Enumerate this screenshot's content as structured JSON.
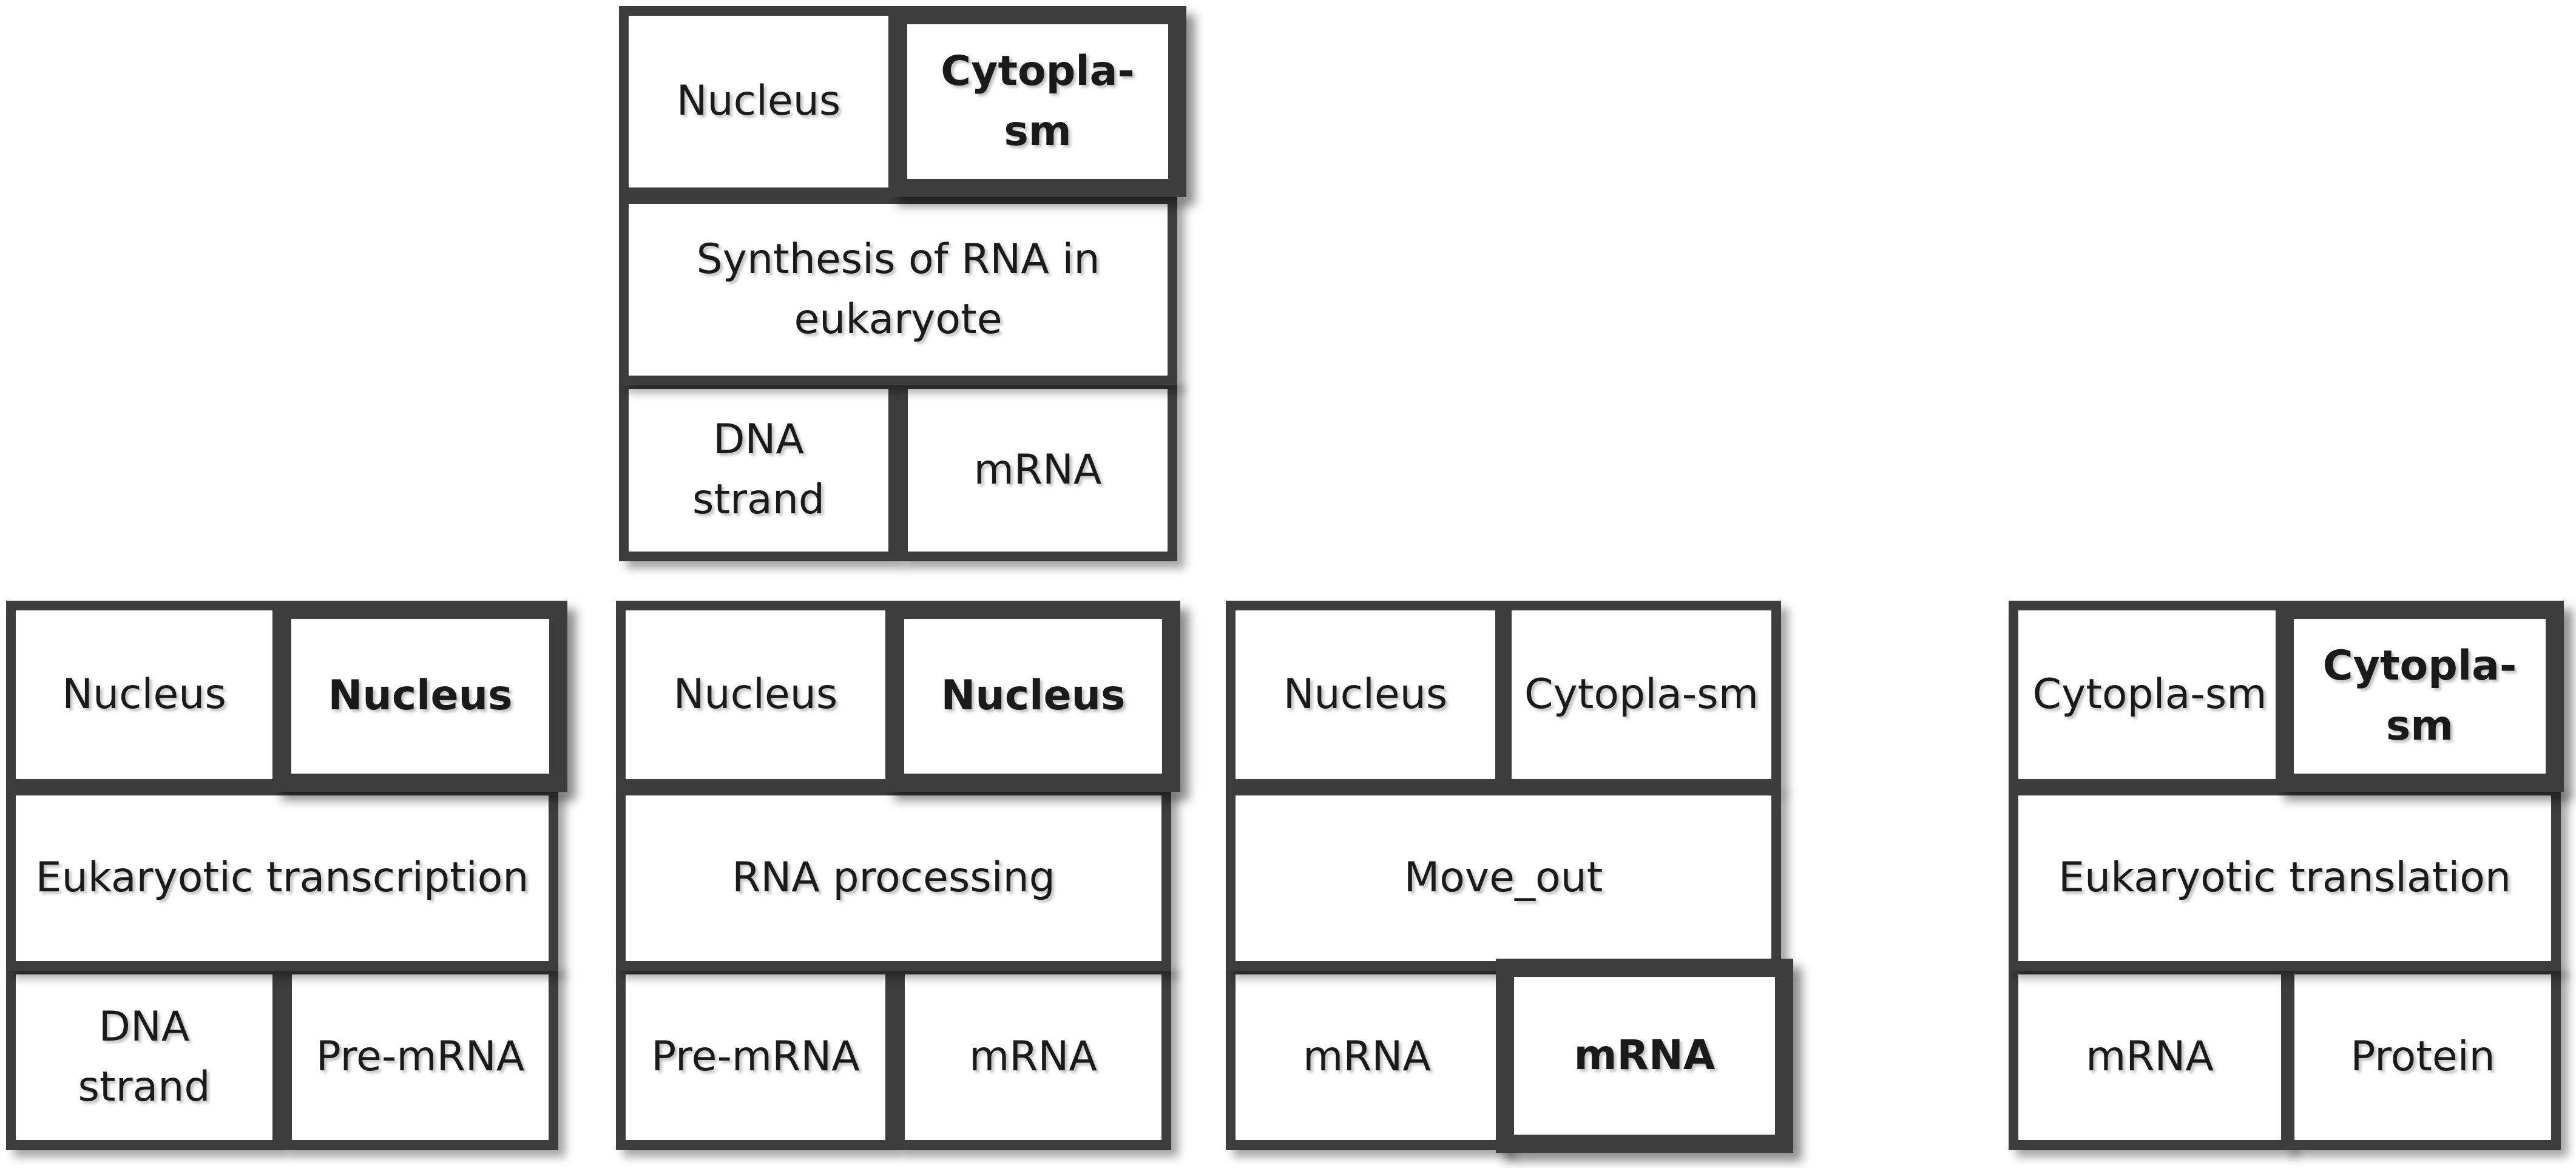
{
  "blocks": [
    {
      "id": "synthesis",
      "top_left": "Nucleus",
      "top_right": "Cytopla-\nsm",
      "top_right_emphasis": true,
      "process": "Synthesis of RNA in\neukaryote",
      "input": "DNA\nstrand",
      "output": "mRNA",
      "output_emphasis": false
    },
    {
      "id": "transcription",
      "top_left": "Nucleus",
      "top_right": "Nucleus",
      "top_right_emphasis": true,
      "process": "Eukaryotic transcription",
      "input": "DNA\nstrand",
      "output": "Pre-mRNA",
      "output_emphasis": false
    },
    {
      "id": "processing",
      "top_left": "Nucleus",
      "top_right": "Nucleus",
      "top_right_emphasis": true,
      "process": "RNA processing",
      "input": "Pre-mRNA",
      "output": "mRNA",
      "output_emphasis": false
    },
    {
      "id": "move-out",
      "top_left": "Nucleus",
      "top_right": "Cytopla-sm",
      "top_right_emphasis": false,
      "process": "Move_out",
      "input": "mRNA",
      "output": "mRNA",
      "output_emphasis": true
    },
    {
      "id": "translation",
      "top_left": "Cytopla-sm",
      "top_right": "Cytopla-\nsm",
      "top_right_emphasis": true,
      "process": "Eukaryotic translation",
      "input": "mRNA",
      "output": "Protein",
      "output_emphasis": false
    }
  ]
}
